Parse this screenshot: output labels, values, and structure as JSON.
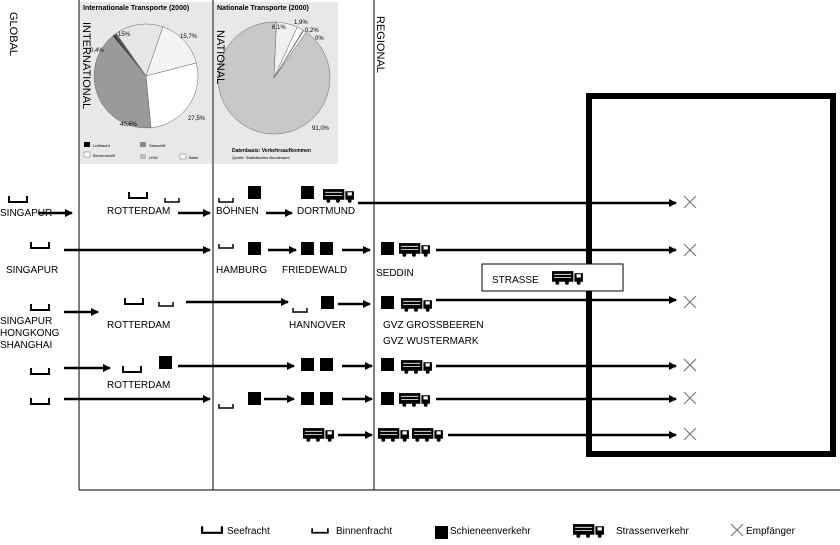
{
  "zones": {
    "global": "GLOBAL",
    "international": "INTERNATIONAL",
    "national": "NATIONAL",
    "regional": "REGIONAL"
  },
  "pies": {
    "international": {
      "title": "Internationale Transporte (2000)",
      "slices": [
        {
          "label": "15%",
          "value": 15,
          "color": "#e6e6e6"
        },
        {
          "label": "15,7%",
          "value": 15.7,
          "color": "#f4f4f4"
        },
        {
          "label": "27,5%",
          "value": 27.5,
          "color": "#ffffff"
        },
        {
          "label": "40,6%",
          "value": 40.6,
          "color": "#9a9a9a"
        },
        {
          "label": "0,4%",
          "value": 0.4,
          "color": "#000000"
        },
        {
          "label": "",
          "value": 0.8,
          "color": "#555555"
        }
      ],
      "legend": [
        {
          "label": "Luftfracht",
          "color": "#000000"
        },
        {
          "label": "Seeschiff",
          "color": "#888888"
        },
        {
          "label": "Binnenschiff",
          "color": "#ffffff"
        },
        {
          "label": "LKW",
          "color": "#bbbbbb"
        },
        {
          "label": "Bahn",
          "color": "#ffffff"
        }
      ]
    },
    "national": {
      "title": "Nationale Transporte (2000)",
      "slices": [
        {
          "label": "91,0%",
          "value": 91.0,
          "color": "#c8c8c8"
        },
        {
          "label": "6,1%",
          "value": 6.1,
          "color": "#f0f0f0"
        },
        {
          "label": "1,9%",
          "value": 1.9,
          "color": "#ffffff"
        },
        {
          "label": "0,2%",
          "value": 0.2,
          "color": "#888888"
        },
        {
          "label": "0%",
          "value": 0.8,
          "color": "#ffffff"
        }
      ],
      "footnote1": "Datenbasis: Verkehrsaufkommen",
      "footnote2": "Quelle: Statistisches Bundesamt"
    }
  },
  "places": {
    "singapur1": "SINGAPUR",
    "rotterdam1": "ROTTERDAM",
    "boehnen": "BÖHNEN",
    "dortmund": "DORTMUND",
    "singapur2": "SINGAPUR",
    "hamburg": "HAMBURG",
    "friedewald": "FRIEDEWALD",
    "seddin": "SEDDIN",
    "singapur3": "SINGAPUR",
    "hongkong": "HONGKONG",
    "shanghai": "SHANGHAI",
    "rotterdam2": "ROTTERDAM",
    "hannover": "HANNOVER",
    "gvz1": "GVZ GROSSBEEREN",
    "gvz2": "GVZ WUSTERMARK",
    "rotterdam3": "ROTTERDAM",
    "strasse": "STRASSE"
  },
  "legend": {
    "seefracht": "Seefracht",
    "binnenfracht": "Binnenfracht",
    "schiene": "Schieneenverkehr",
    "strasse": "Strassenverkehr",
    "empfaenger": "Empfänger"
  }
}
